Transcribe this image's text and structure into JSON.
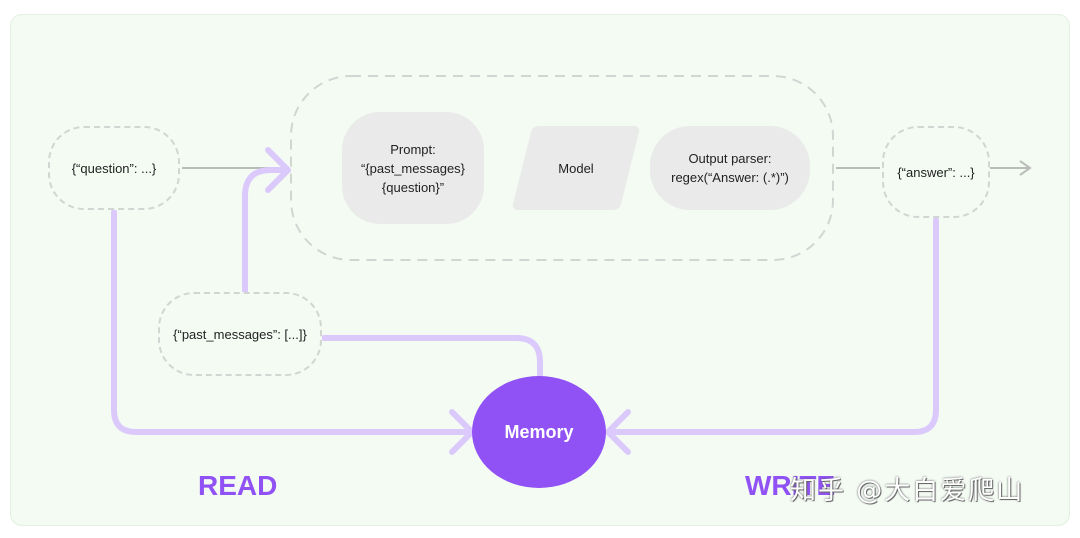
{
  "nodes": {
    "question": "{“question”: ...}",
    "prompt_line1": "Prompt:",
    "prompt_line2": "“{past_messages}",
    "prompt_line3": "{question}”",
    "model": "Model",
    "parser_line1": "Output parser:",
    "parser_line2": "regex(“Answer: (.*)”)",
    "answer": "{“answer”: ...}",
    "past_messages": "{“past_messages”: [...]}",
    "memory": "Memory"
  },
  "labels": {
    "read": "READ",
    "write": "WRITE"
  },
  "watermark": "知乎 @大白爱爬山",
  "colors": {
    "accent": "#9152f5",
    "wire_light": "#dcc9fb",
    "gray_wire": "#b9bcb9",
    "dashed_border": "#d2d6d2",
    "node_fill": "#e9eae9",
    "canvas_bg": "#f3fbf3"
  }
}
